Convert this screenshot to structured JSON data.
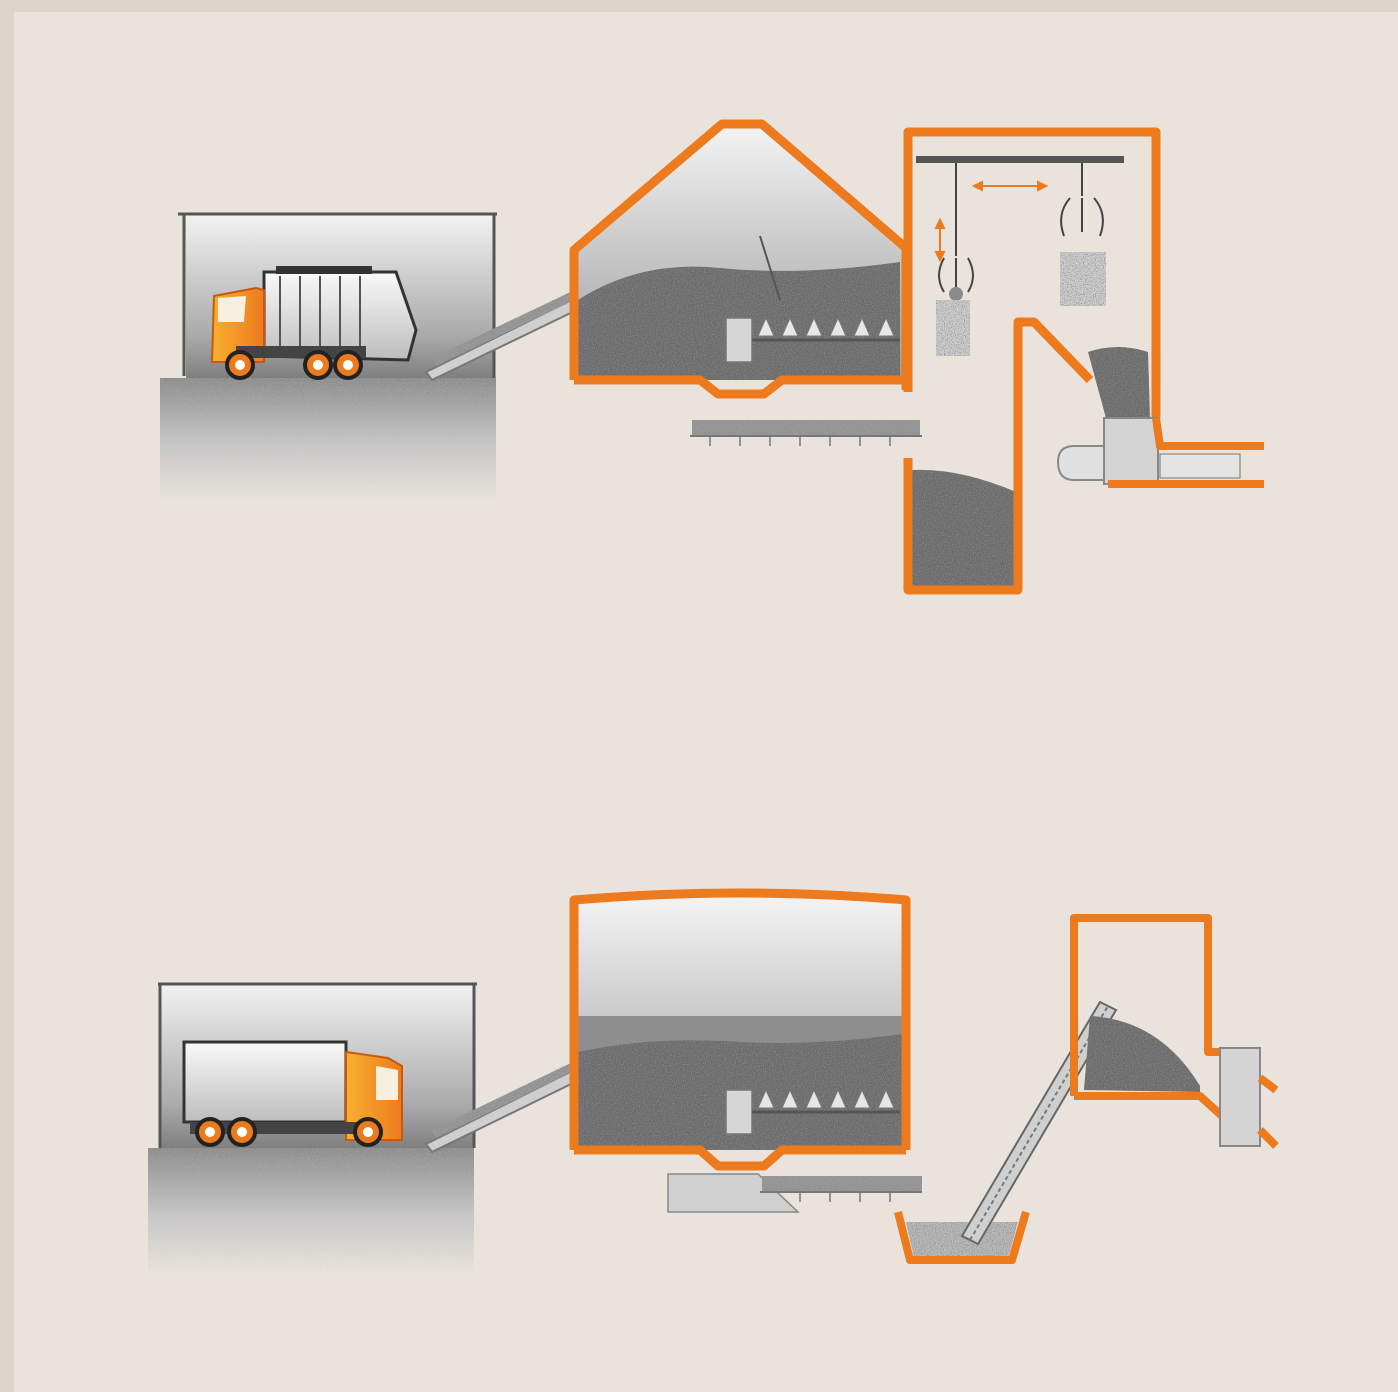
{
  "diagrams": [
    {
      "variant": "grab-crane-pit",
      "vehicle": "refuse-collection-truck",
      "stages": [
        "reception-hall",
        "infeed-chute",
        "storage-bunker",
        "screw-discharge",
        "chain-conveyor",
        "pit",
        "overhead-grab-crane",
        "feed-hopper",
        "ram-feeder"
      ]
    },
    {
      "variant": "screw-conveyor-feed",
      "vehicle": "container-truck",
      "stages": [
        "reception-hall",
        "infeed-chute",
        "storage-bunker",
        "screw-discharge",
        "chain-conveyor",
        "pit",
        "inclined-screw-conveyor",
        "feed-hopper",
        "feeder"
      ]
    }
  ],
  "colors": {
    "accent": "#ee7a1e",
    "background": "#e9e3dc",
    "material": "#6a6a6a",
    "building": "#9a9a9a"
  }
}
